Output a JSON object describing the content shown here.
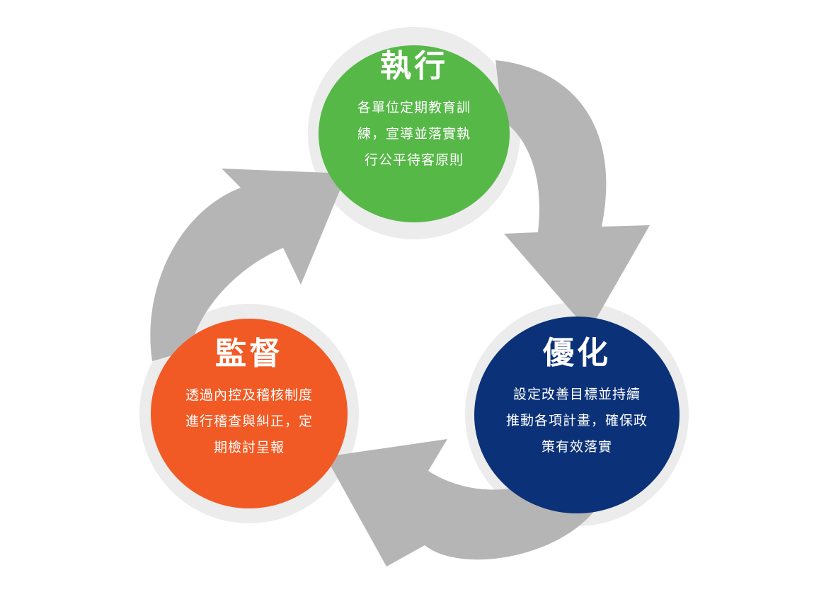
{
  "nodes": {
    "execute": {
      "title": "執行",
      "lines": [
        "各單位定期教育訓",
        "練，宣導並落實執",
        "行公平待客原則"
      ],
      "color": "#56b847"
    },
    "optimize": {
      "title": "優化",
      "lines": [
        "設定改善目標並持續",
        "推動各項計畫，確保政",
        "策有效落實"
      ],
      "color": "#0b3278"
    },
    "monitor": {
      "title": "監督",
      "lines": [
        "透過內控及稽核制度",
        "進行稽查與糾正，定",
        "期檢討呈報"
      ],
      "color": "#f15a24"
    }
  },
  "colors": {
    "arrow": "#b5b5b5",
    "ring": "#ececec"
  }
}
